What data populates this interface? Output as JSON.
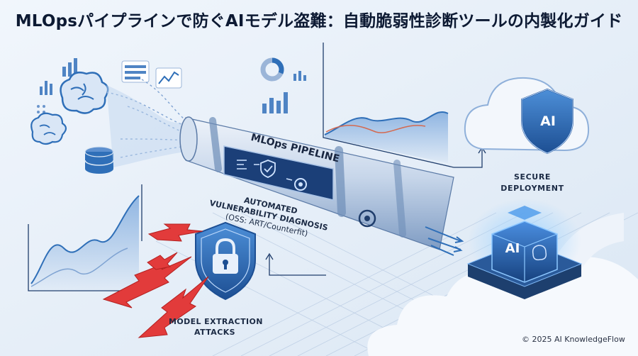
{
  "title": "MLOpsパイプラインで防ぐAIモデル盗難：自動脆弱性診断ツールの内製化ガイド",
  "labels": {
    "pipeline": "MLOps PIPELINE",
    "secure_deployment_line1": "SECURE",
    "secure_deployment_line2": "DEPLOYMENT",
    "vuln_line1": "AUTOMATED",
    "vuln_line2": "VULNERABILITY DIAGNOSIS",
    "vuln_line3": "(OSS: ART/Counterfit)",
    "attack_line1": "MODEL EXTRACTION",
    "attack_line2": "ATTACKS",
    "ai_badge_shield": "AI",
    "ai_badge_chip": "AI"
  },
  "footer": {
    "copyright": "© 2025 AI KnowledgeFlow"
  },
  "icons": [
    "brain-icon",
    "database-icon",
    "bar-chart-icon",
    "line-chart-icon",
    "donut-chart-icon",
    "shield-check-icon",
    "gear-icon",
    "padlock-shield-icon",
    "cloud-icon",
    "ai-chip-icon",
    "lightning-arrow-icon"
  ],
  "colors": {
    "primary_blue": "#2f6fb8",
    "attack_red": "#e23b3b",
    "background": "#eaf1f9",
    "title_text": "#0d1a33"
  }
}
